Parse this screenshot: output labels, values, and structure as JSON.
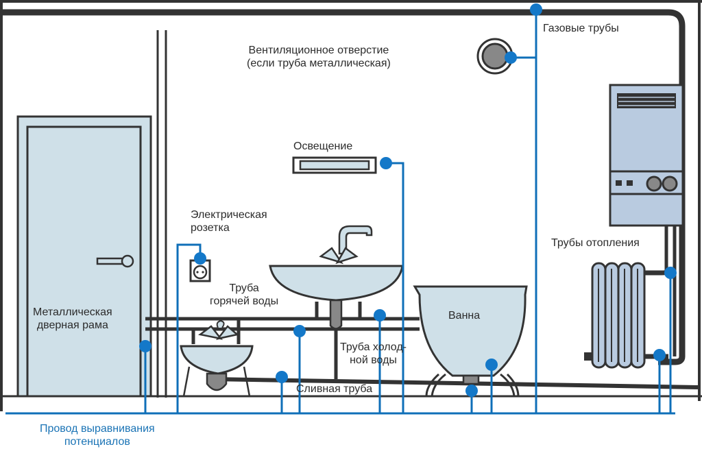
{
  "title": "Схема системы уравнивания потенциалов в ванной комнате",
  "colors": {
    "wire": "#0f6fb8",
    "node": "#1478c8",
    "outline": "#333333",
    "fixture_fill": "#cfe0e8",
    "boiler_fill": "#b9cbe0",
    "gray": "#8a8a8a",
    "label_text": "#2b2b2b",
    "wire_label_text": "#1a73b5"
  },
  "labels": {
    "vent": [
      "Вентиляционное отверстие",
      "(если труба металлическая)"
    ],
    "gas_pipes": "Газовые трубы",
    "lighting": "Освещение",
    "socket": [
      "Электрическая",
      "розетка"
    ],
    "hot_water": [
      "Труба",
      "горячей воды"
    ],
    "door_frame": [
      "Металлическая",
      "дверная рама"
    ],
    "bath": "Ванна",
    "cold_water": [
      "Труба холод-",
      "ной воды"
    ],
    "drain": "Сливная труба",
    "heating": "Трубы отопления",
    "bonding_wire": [
      "Провод выравнивания",
      "потенциалов"
    ]
  },
  "components": [
    {
      "id": "door",
      "icon": "door-icon",
      "bonded": true
    },
    {
      "id": "vent",
      "icon": "vent-icon",
      "bonded": true
    },
    {
      "id": "gas-pipe",
      "icon": "gas-pipe-icon",
      "bonded": true
    },
    {
      "id": "light",
      "icon": "lamp-icon",
      "bonded": true
    },
    {
      "id": "socket",
      "icon": "socket-icon",
      "bonded": true
    },
    {
      "id": "wash-basin",
      "icon": "sink-icon",
      "bonded": false
    },
    {
      "id": "bidet",
      "icon": "bidet-icon",
      "bonded": false
    },
    {
      "id": "hot-water-pipe",
      "icon": "pipe-icon",
      "bonded": true
    },
    {
      "id": "cold-water-pipe",
      "icon": "pipe-icon",
      "bonded": true
    },
    {
      "id": "drain-pipe",
      "icon": "pipe-icon",
      "bonded": true
    },
    {
      "id": "bathtub",
      "icon": "bathtub-icon",
      "bonded": true
    },
    {
      "id": "boiler",
      "icon": "gas-boiler-icon",
      "bonded": false
    },
    {
      "id": "radiator",
      "icon": "radiator-icon",
      "bonded": true
    }
  ]
}
